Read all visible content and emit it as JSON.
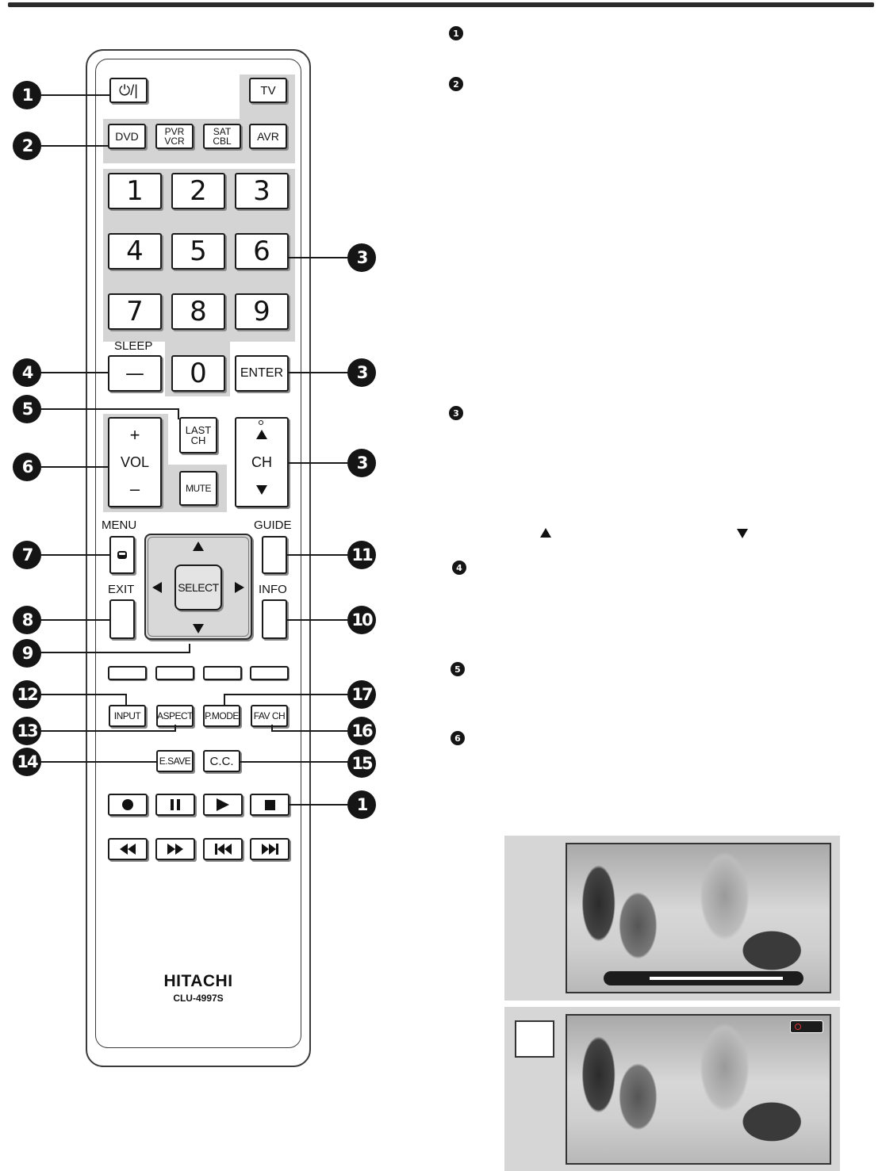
{
  "remote": {
    "brand": "HITACHI",
    "model": "CLU-4997S",
    "power_label": "⏻/|",
    "source_buttons": [
      "TV",
      "DVD",
      "PVR VCR",
      "SAT CBL",
      "AVR"
    ],
    "number_keys": [
      "1",
      "2",
      "3",
      "4",
      "5",
      "6",
      "7",
      "8",
      "9",
      "0"
    ],
    "sleep_label": "SLEEP",
    "sleep_key": "—",
    "enter_label": "ENTER",
    "last_ch": [
      "LAST",
      "CH"
    ],
    "vol_plus": "+",
    "vol_label": "VOL",
    "vol_minus": "–",
    "mute_label": "MUTE",
    "ch_label": "CH",
    "menu_label": "MENU",
    "guide_label": "GUIDE",
    "exit_label": "EXIT",
    "info_label": "INFO",
    "select_label": "SELECT",
    "function_buttons": [
      "INPUT",
      "ASPECT",
      "P.MODE",
      "FAV CH"
    ],
    "esave_label": "E.SAVE",
    "cc_label": "C.C."
  },
  "callouts": {
    "power": "1",
    "source": "2",
    "numbers": "3",
    "enter": "3",
    "ch": "3",
    "sleep": "4",
    "last_ch": "5",
    "vol": "6",
    "menu": "7",
    "exit": "8",
    "dpad": "9",
    "info": "10",
    "guide": "11",
    "input": "12",
    "aspect": "13",
    "esave": "14",
    "cc": "15",
    "fav_ch": "16",
    "p_mode": "17",
    "transport": "1"
  },
  "right_markers": [
    "1",
    "2",
    "3",
    "4",
    "5",
    "6"
  ]
}
